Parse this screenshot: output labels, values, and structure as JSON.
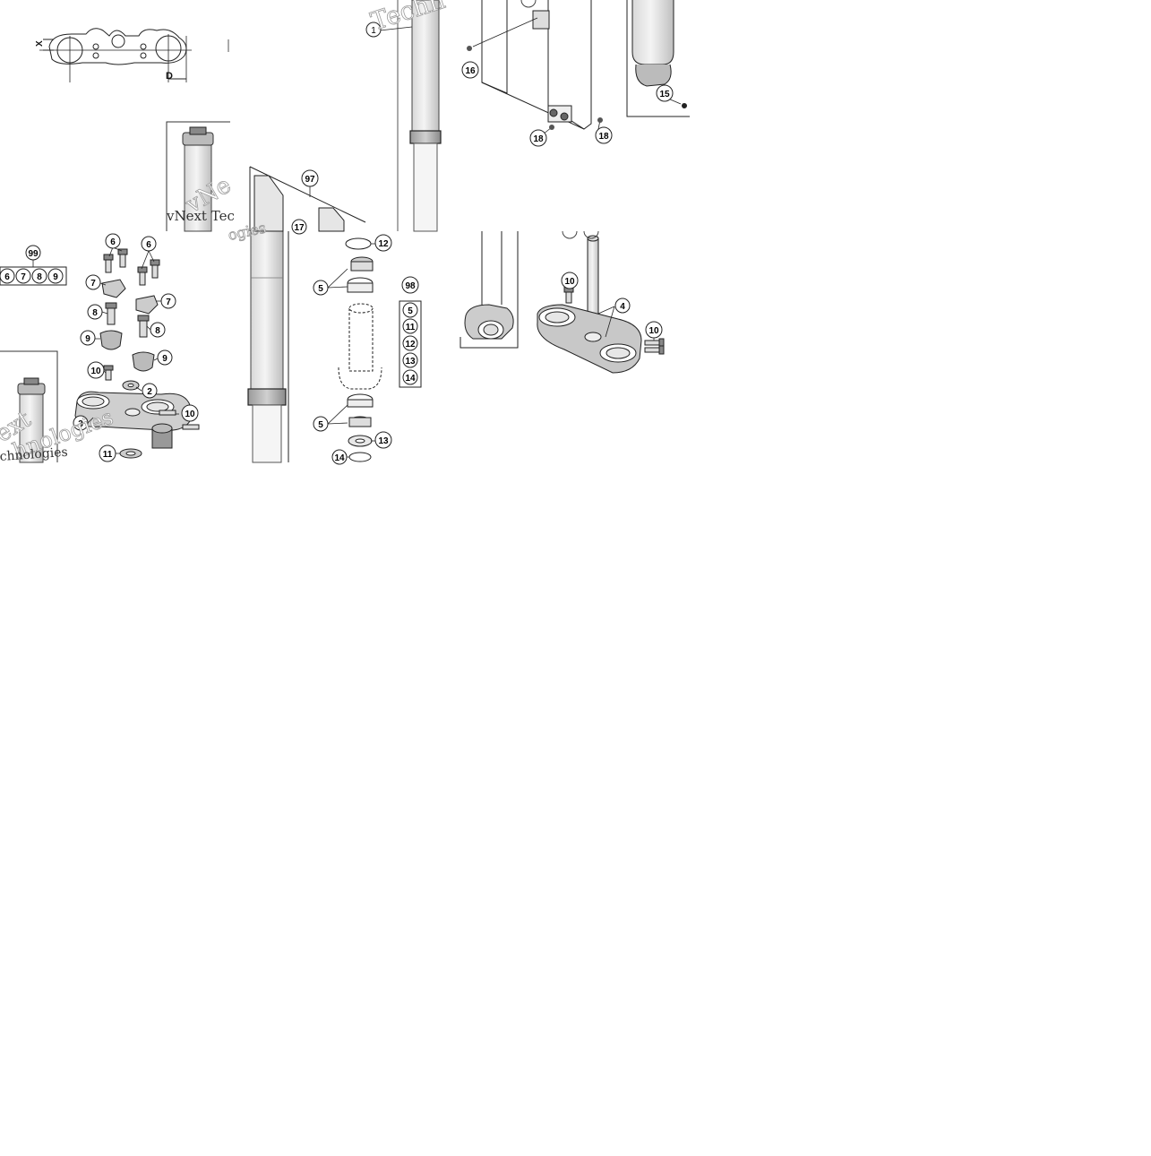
{
  "dimension_labels": {
    "x": "X",
    "d": "D"
  },
  "callouts": {
    "c1": "1",
    "c2": "2",
    "c3": "3",
    "c4": "4",
    "c5a": "5",
    "c5b": "5",
    "c5c": "5",
    "c6a": "6",
    "c6b": "6",
    "c6c": "6",
    "c7a": "7",
    "c7b": "7",
    "c7c": "7",
    "c8a": "8",
    "c8b": "8",
    "c8c": "8",
    "c9a": "9",
    "c9b": "9",
    "c9c": "9",
    "c10a": "10",
    "c10b": "10",
    "c10c": "10",
    "c10d": "10",
    "c11a": "11",
    "c11b": "11",
    "c12a": "12",
    "c12b": "12",
    "c13a": "13",
    "c13b": "13",
    "c14a": "14",
    "c14b": "14",
    "c15": "15",
    "c16": "16",
    "c17": "17",
    "c18a": "18",
    "c18b": "18",
    "c97": "97",
    "c98": "98",
    "c99": "99"
  },
  "watermarks": {
    "w1": "Techn",
    "w2": "vNext Tec",
    "w3": "vNe",
    "w4": "ogies",
    "w5": "ext",
    "w6": "hnologies",
    "w7": "chnologies"
  }
}
